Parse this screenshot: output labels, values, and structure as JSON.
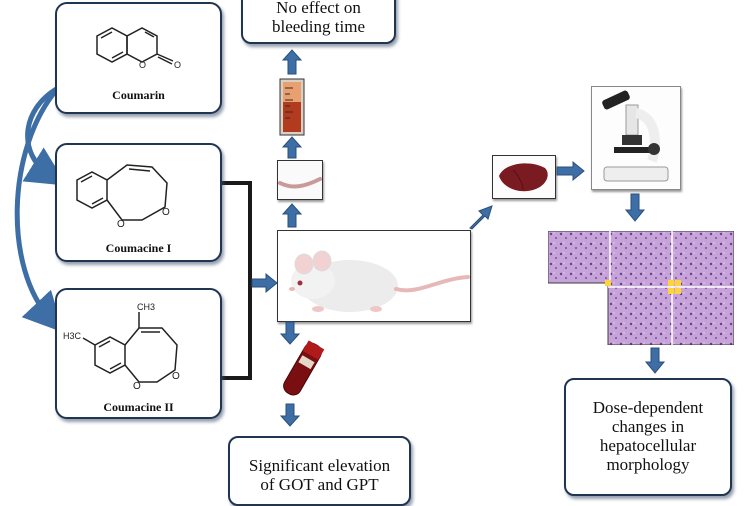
{
  "molecules": {
    "coumarin": {
      "label": "Coumarin"
    },
    "coumacine1": {
      "label": "Coumacine I"
    },
    "coumacine2": {
      "label": "Coumacine II",
      "substituents": {
        "methyl_top": "CH3",
        "methyl_left": "H3C"
      }
    }
  },
  "outcomes": {
    "bleeding": "No effect on bleeding time",
    "bleeding_lines": [
      "No effect on",
      "bleeding time"
    ],
    "enzymes_lines": [
      "Significant elevation",
      "of GOT and GPT"
    ],
    "liver_lines": [
      "Dose-dependent",
      "changes in",
      "hepatocellular",
      "morphology"
    ]
  },
  "colors": {
    "arrow": "#3d6ea5",
    "box_border": "#1f3550",
    "connector": "#1a1a1a",
    "histology": "#c4a0d8",
    "liver": "#7a1b22",
    "blood": "#7a0f12"
  }
}
